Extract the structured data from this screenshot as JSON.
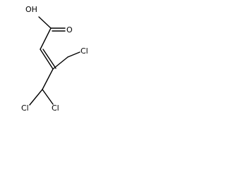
{
  "molecule": {
    "atoms": {
      "hydroxyl": "OH",
      "carbonyl_oxygen": "O",
      "chloromethyl_chlorine": "Cl",
      "dichloromethyl_chlorine_left": "Cl",
      "dichloromethyl_chlorine_right": "Cl"
    },
    "colors": {
      "bond": "#000000",
      "label": "#000000",
      "background": "#ffffff"
    }
  }
}
